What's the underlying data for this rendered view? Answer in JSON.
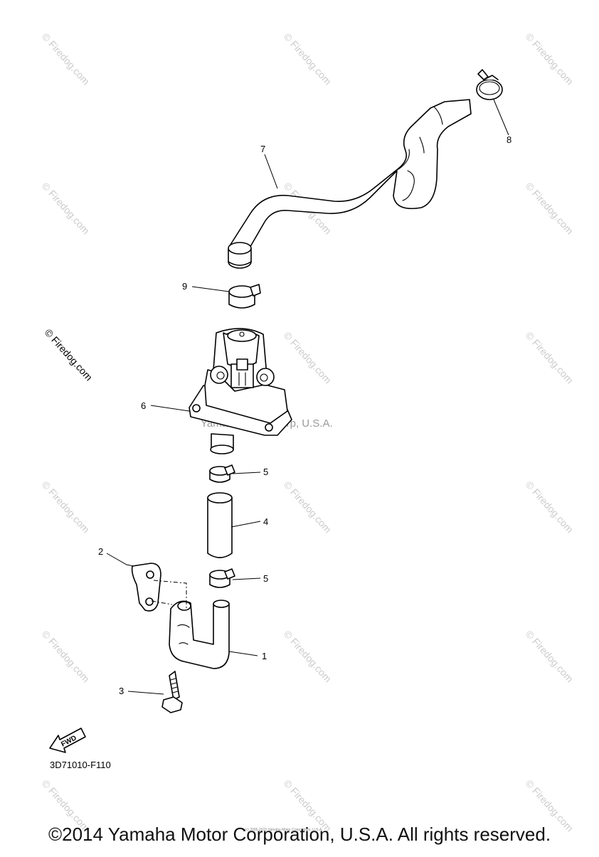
{
  "watermark": {
    "text": "© Firedog.com",
    "center_text": "Yamaha Motor Corp, U.S.A."
  },
  "callouts": {
    "p1": "1",
    "p2": "2",
    "p3": "3",
    "p4": "4",
    "p5a": "5",
    "p5b": "5",
    "p6": "6",
    "p7": "7",
    "p8": "8",
    "p9": "9"
  },
  "fwd_label": "FWD",
  "diagram_code": "3D71010-F110",
  "fine_print": "(c) 2005-2015 Yamaha Motor Corporation, U.S.A.",
  "footer": "©2014 Yamaha Motor Corporation, U.S.A. All rights reserved."
}
